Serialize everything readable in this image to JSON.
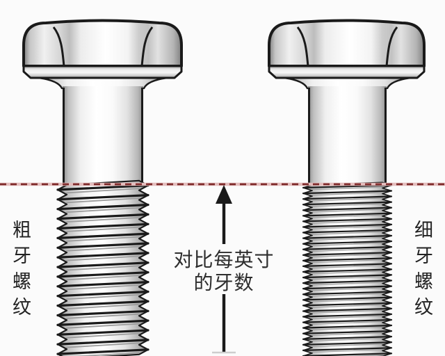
{
  "diagram": {
    "background": "#fbfbfb",
    "ink_color": "#1a1a1a",
    "left_bolt": {
      "label": "粗牙螺纹",
      "thread_type": "coarse",
      "visible_thread_crests": 18
    },
    "right_bolt": {
      "label": "细牙螺纹",
      "thread_type": "fine",
      "visible_thread_crests": 31
    },
    "annotation": {
      "line1": "对比每英寸",
      "line2": "的牙数"
    },
    "reference_line": {
      "style": "dashed",
      "color": "#7e2a2a",
      "halo_color": "#e3bcbc"
    }
  }
}
